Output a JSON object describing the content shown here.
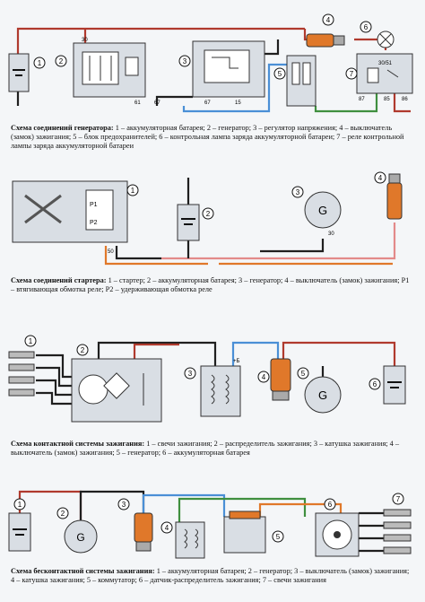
{
  "colors": {
    "wire_red": "#b03a2e",
    "wire_black": "#1f1f1f",
    "wire_blue": "#4a8fd6",
    "wire_pink": "#e38a8a",
    "wire_orange": "#e0782a",
    "wire_green": "#3f8f3f",
    "component_fill": "#d9dee4",
    "accent_yellow": "#e3c433"
  },
  "diagrams": [
    {
      "title": "Схема соединений генератора:",
      "text": " 1 – аккумуляторная батарея; 2 – генератор; 3 – регулятор напряжения; 4 – выключатель (замок) зажигания; 5 – блок предохранителей; 6 – контрольная лампа заряда аккумуляторной батареи; 7 – реле контрольной лампы заряда аккумуляторной батареи",
      "labels": {
        "n1": "1",
        "n2": "2",
        "n3": "3",
        "n4": "4",
        "n5": "5",
        "n6": "6",
        "n7": "7",
        "t30": "30",
        "t61": "61",
        "t67a": "67",
        "t67b": "67",
        "t15": "15",
        "t30_51": "30/51",
        "t87": "87",
        "t85": "85",
        "t86": "86"
      }
    },
    {
      "title": "Схема соединений стартера:",
      "text": " 1 – стартер; 2 – аккумуляторная батарея; 3 – генератор; 4 – выключатель (замок) зажигания; Р1 – втягивающая обмотка реле; Р2 – удерживающая обмотка реле",
      "labels": {
        "n1": "1",
        "n2": "2",
        "n3": "3",
        "n4": "4",
        "p1": "P1",
        "p2": "P2",
        "t50": "50",
        "t30": "30",
        "gen": "G"
      }
    },
    {
      "title": "Схема контактной системы зажигания:",
      "text": " 1 – свечи зажигания; 2 – распределитель зажигания; 3 – катушка зажигания; 4 – выключатель (замок) зажигания; 5 – генератор; 6 – аккумуляторная батарея",
      "labels": {
        "n1": "1",
        "n2": "2",
        "n3": "3",
        "n4": "4",
        "n5": "5",
        "n6": "6",
        "plus_b": "+Б",
        "gen": "G"
      }
    },
    {
      "title": "Схема бесконтактной системы зажигания:",
      "text": " 1 – аккумуляторная батарея; 2 – генератор; 3 – выключатель (замок) зажигания; 4 – катушка зажигания; 5 – коммутатор; 6 – датчик-распределитель зажигания; 7 – свечи зажигания",
      "labels": {
        "n1": "1",
        "n2": "2",
        "n3": "3",
        "n4": "4",
        "n5": "5",
        "n6": "6",
        "n7": "7",
        "gen": "G"
      }
    }
  ]
}
